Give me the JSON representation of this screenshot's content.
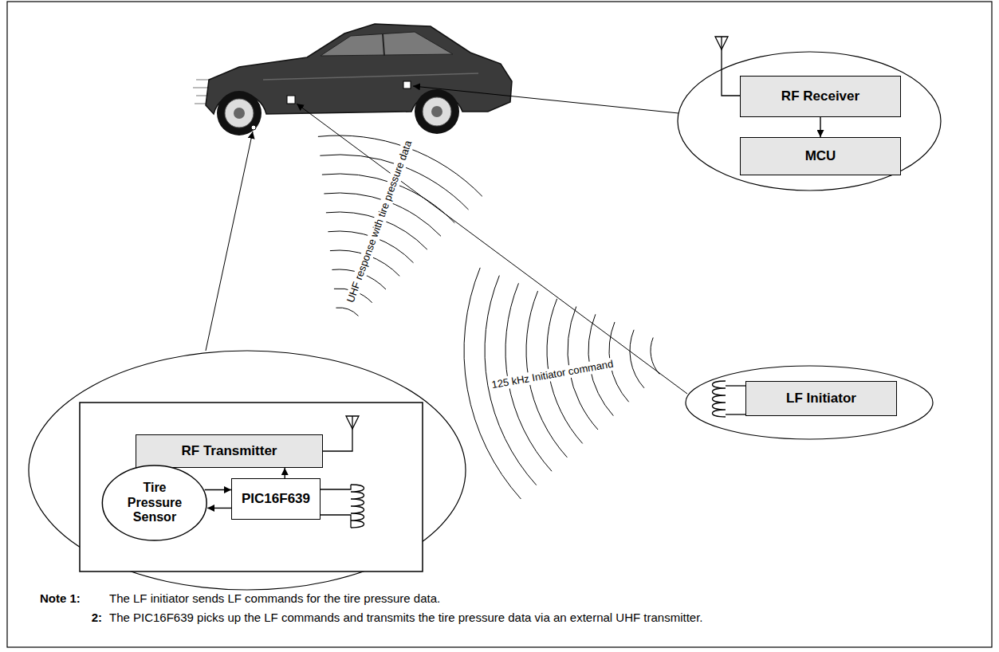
{
  "diagram": {
    "nodes": [
      {
        "text": [
          "RF Receiver"
        ]
      },
      {
        "text": [
          "MCU"
        ]
      },
      {
        "text": [
          "RF Transmitter"
        ]
      },
      {
        "text": [
          "Tire Pressure Sensor"
        ]
      },
      {
        "text": [
          "PIC16F639"
        ]
      },
      {
        "text": [
          "LF Initiator"
        ]
      }
    ],
    "edges": [
      {
        "from": 0,
        "to": 1,
        "arrow": "to"
      },
      {
        "from": 4,
        "to": 2,
        "arrow": "to"
      },
      {
        "from": 3,
        "to": 4,
        "arrow": "to"
      },
      {
        "from": 4,
        "to": 3,
        "arrow": "to"
      }
    ],
    "labels": [
      "UHF response with tire pressure data",
      "125 kHz Initiator command",
      "Note 1:",
      "The LF initiator sends LF commands for the tire pressure data.",
      "2:",
      "The PIC16F639 picks up the LF commands and transmits the tire pressure data via an external UHF transmitter."
    ]
  }
}
